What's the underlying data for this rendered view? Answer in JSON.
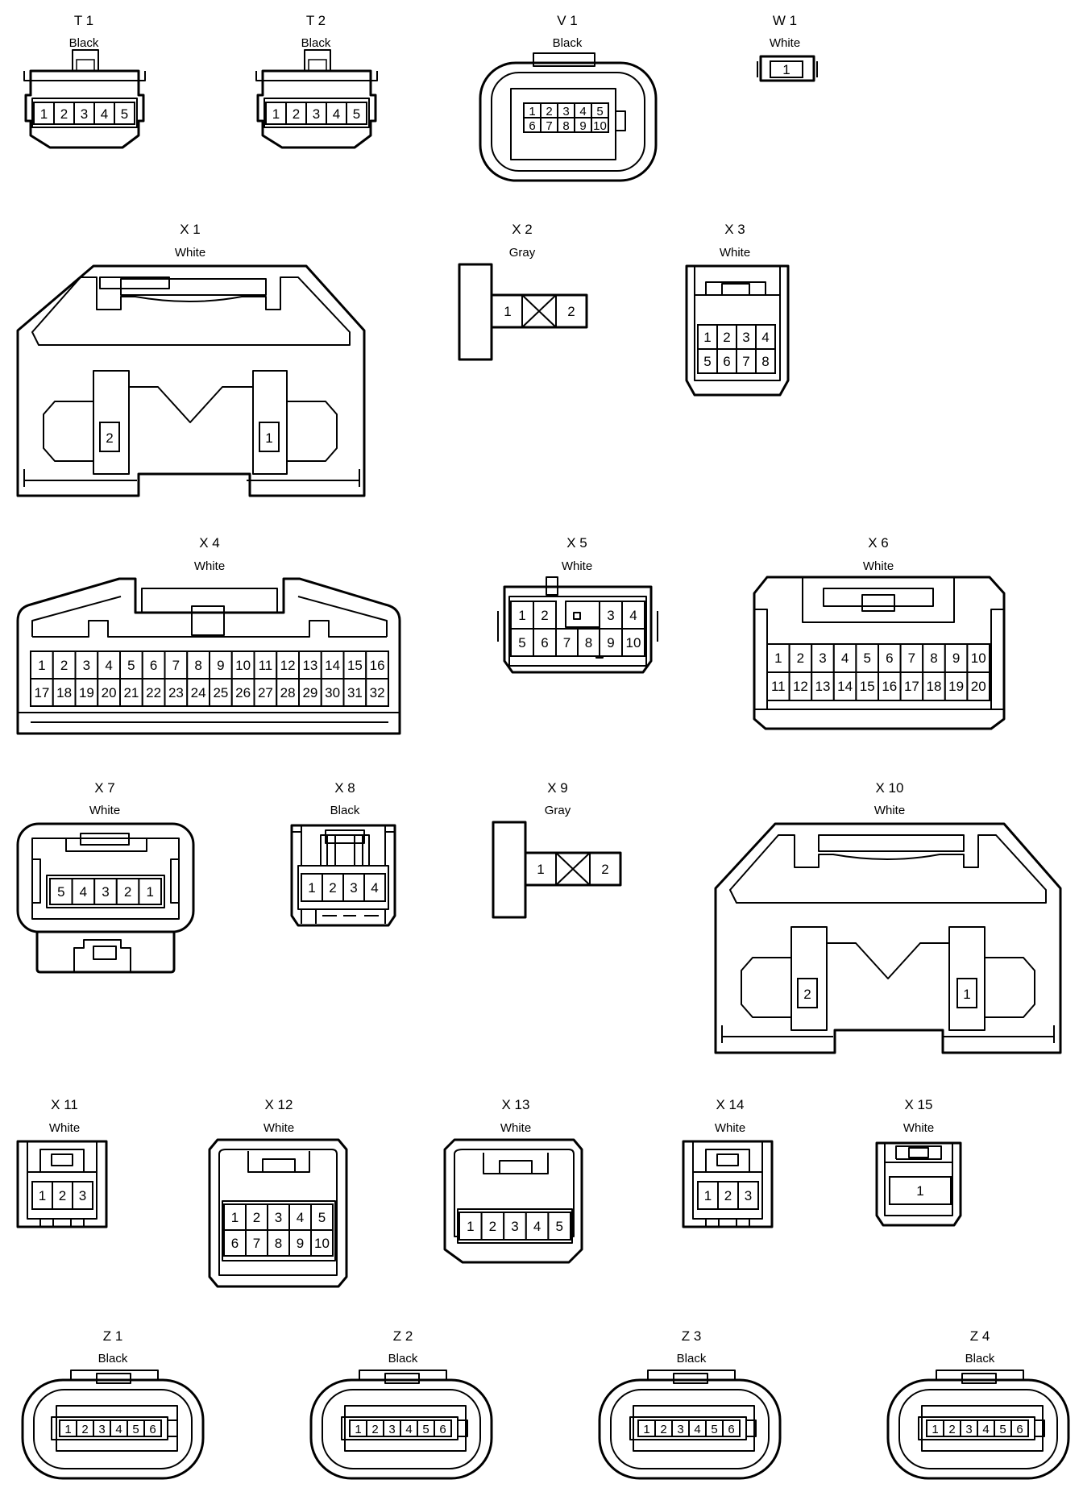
{
  "connectors": [
    {
      "id": "T1",
      "title": "T 1",
      "color": "Black",
      "pins": [
        "1",
        "2",
        "3",
        "4",
        "5"
      ]
    },
    {
      "id": "T2",
      "title": "T 2",
      "color": "Black",
      "pins": [
        "1",
        "2",
        "3",
        "4",
        "5"
      ]
    },
    {
      "id": "V1",
      "title": "V 1",
      "color": "Black",
      "pins": [
        "1",
        "2",
        "3",
        "4",
        "5",
        "6",
        "7",
        "8",
        "9",
        "10"
      ]
    },
    {
      "id": "W1",
      "title": "W 1",
      "color": "White",
      "pins": [
        "1"
      ]
    },
    {
      "id": "X1",
      "title": "X 1",
      "color": "White",
      "pins": [
        "2",
        "1"
      ]
    },
    {
      "id": "X2",
      "title": "X 2",
      "color": "Gray",
      "pins": [
        "1",
        "2"
      ]
    },
    {
      "id": "X3",
      "title": "X 3",
      "color": "White",
      "pins": [
        "1",
        "2",
        "3",
        "4",
        "5",
        "6",
        "7",
        "8"
      ]
    },
    {
      "id": "X4",
      "title": "X 4",
      "color": "White",
      "pins": [
        "1",
        "2",
        "3",
        "4",
        "5",
        "6",
        "7",
        "8",
        "9",
        "10",
        "11",
        "12",
        "13",
        "14",
        "15",
        "16",
        "17",
        "18",
        "19",
        "20",
        "21",
        "22",
        "23",
        "24",
        "25",
        "26",
        "27",
        "28",
        "29",
        "30",
        "31",
        "32"
      ]
    },
    {
      "id": "X5",
      "title": "X 5",
      "color": "White",
      "pins": [
        "1",
        "2",
        "3",
        "4",
        "5",
        "6",
        "7",
        "8",
        "9",
        "10"
      ]
    },
    {
      "id": "X6",
      "title": "X 6",
      "color": "White",
      "pins": [
        "1",
        "2",
        "3",
        "4",
        "5",
        "6",
        "7",
        "8",
        "9",
        "10",
        "11",
        "12",
        "13",
        "14",
        "15",
        "16",
        "17",
        "18",
        "19",
        "20"
      ]
    },
    {
      "id": "X7",
      "title": "X 7",
      "color": "White",
      "pins": [
        "5",
        "4",
        "3",
        "2",
        "1"
      ]
    },
    {
      "id": "X8",
      "title": "X 8",
      "color": "Black",
      "pins": [
        "1",
        "2",
        "3",
        "4"
      ]
    },
    {
      "id": "X9",
      "title": "X 9",
      "color": "Gray",
      "pins": [
        "1",
        "2"
      ]
    },
    {
      "id": "X10",
      "title": "X 10",
      "color": "White",
      "pins": [
        "2",
        "1"
      ]
    },
    {
      "id": "X11",
      "title": "X 11",
      "color": "White",
      "pins": [
        "1",
        "2",
        "3"
      ]
    },
    {
      "id": "X12",
      "title": "X 12",
      "color": "White",
      "pins": [
        "1",
        "2",
        "3",
        "4",
        "5",
        "6",
        "7",
        "8",
        "9",
        "10"
      ]
    },
    {
      "id": "X13",
      "title": "X 13",
      "color": "White",
      "pins": [
        "1",
        "2",
        "3",
        "4",
        "5"
      ]
    },
    {
      "id": "X14",
      "title": "X 14",
      "color": "White",
      "pins": [
        "1",
        "2",
        "3"
      ]
    },
    {
      "id": "X15",
      "title": "X 15",
      "color": "White",
      "pins": [
        "1"
      ]
    },
    {
      "id": "Z1",
      "title": "Z 1",
      "color": "Black",
      "pins": [
        "1",
        "2",
        "3",
        "4",
        "5",
        "6"
      ]
    },
    {
      "id": "Z2",
      "title": "Z 2",
      "color": "Black",
      "pins": [
        "1",
        "2",
        "3",
        "4",
        "5",
        "6"
      ]
    },
    {
      "id": "Z3",
      "title": "Z 3",
      "color": "Black",
      "pins": [
        "1",
        "2",
        "3",
        "4",
        "5",
        "6"
      ]
    },
    {
      "id": "Z4",
      "title": "Z 4",
      "color": "Black",
      "pins": [
        "1",
        "2",
        "3",
        "4",
        "5",
        "6"
      ]
    }
  ]
}
